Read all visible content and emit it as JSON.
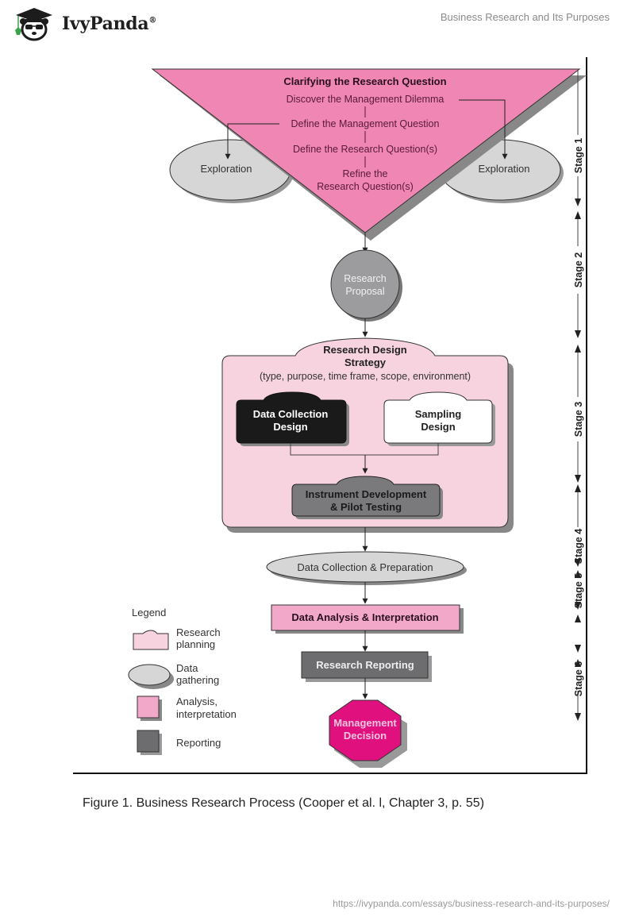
{
  "header": {
    "brand": "IvyPanda",
    "brand_mark": "®",
    "page_title": "Business Research and Its Purposes"
  },
  "diagram": {
    "stage1": {
      "title": "Clarifying the Research Question",
      "steps": [
        "Discover the Management Dilemma",
        "Define the Management Question",
        "Define the Research Question(s)",
        "Refine the",
        "Research Question(s)"
      ],
      "exploration_left": "Exploration",
      "exploration_right": "Exploration"
    },
    "stage2": {
      "line1": "Research",
      "line2": "Proposal"
    },
    "stage3": {
      "title_line1": "Research Design",
      "title_line2": "Strategy",
      "subtitle": "(type, purpose, time frame, scope, environment)",
      "data_collection_line1": "Data Collection",
      "data_collection_line2": "Design",
      "sampling_line1": "Sampling",
      "sampling_line2": "Design",
      "instrument_line1": "Instrument Development",
      "instrument_line2": "& Pilot Testing"
    },
    "stage4": {
      "label": "Data Collection & Preparation"
    },
    "stage5": {
      "label": "Data Analysis & Interpretation"
    },
    "stage6": {
      "reporting": "Research Reporting",
      "decision_line1": "Management",
      "decision_line2": "Decision"
    },
    "stages": [
      "Stage 1",
      "Stage 2",
      "Stage 3",
      "Stage 4",
      "Stage 5",
      "Stage 6"
    ],
    "legend": {
      "title": "Legend",
      "items": [
        {
          "line1": "Research",
          "line2": "planning"
        },
        {
          "line1": "Data",
          "line2": "gathering"
        },
        {
          "line1": "Analysis,",
          "line2": "interpretation"
        },
        {
          "line1": "Reporting",
          "line2": ""
        }
      ]
    },
    "colors": {
      "pink_triangle": "#ef86b3",
      "planning_fill": "#f7d3e0",
      "gathering_fill": "#d6d6d6",
      "analysis_fill": "#f2a8c8",
      "reporting_fill": "#6d6d6f",
      "decision_fill": "#e0117f",
      "proposal_fill": "#9c9c9e",
      "dark_box": "#1a1a1a"
    }
  },
  "caption": "Figure 1. Business Research Process (Cooper et al. l, Chapter 3, p. 55)",
  "footer": {
    "url": "https://ivypanda.com/essays/business-research-and-its-purposes/"
  }
}
